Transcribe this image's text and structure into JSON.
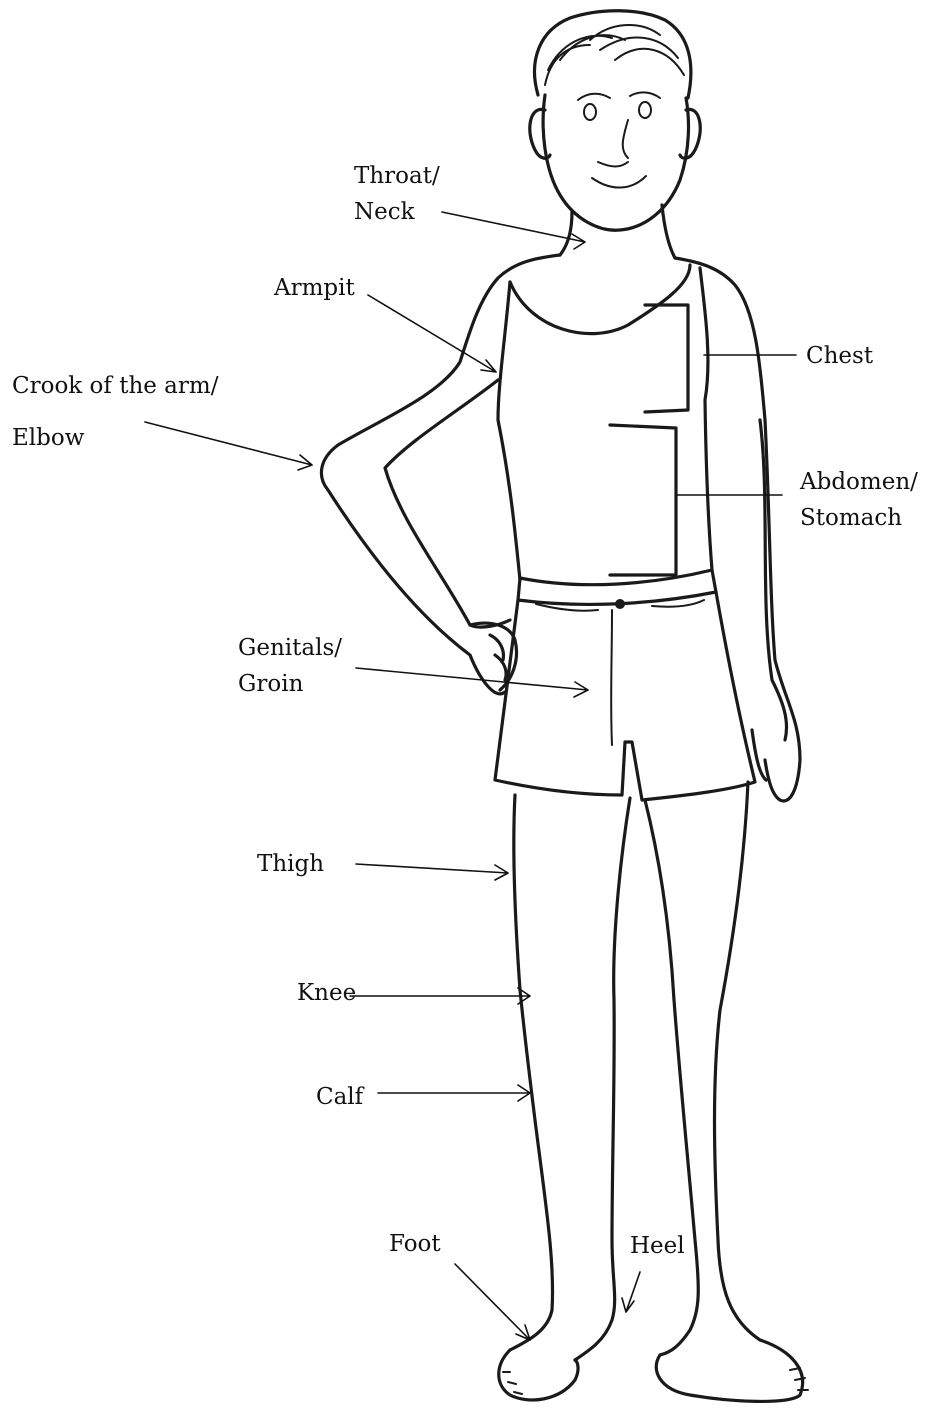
{
  "diagram": {
    "labels": {
      "throat": [
        "Throat/",
        "Neck"
      ],
      "armpit": "Armpit",
      "chest": "Chest",
      "elbow": [
        "Crook of the arm/",
        "Elbow"
      ],
      "abdomen": [
        "Abdomen/",
        "Stomach"
      ],
      "groin": [
        "Genitals/",
        "Groin"
      ],
      "thigh": "Thigh",
      "knee": "Knee",
      "calf": "Calf",
      "foot": "Foot",
      "heel": "Heel"
    },
    "colors": {
      "ink": "#1a1a1a",
      "background": "#ffffff"
    }
  }
}
